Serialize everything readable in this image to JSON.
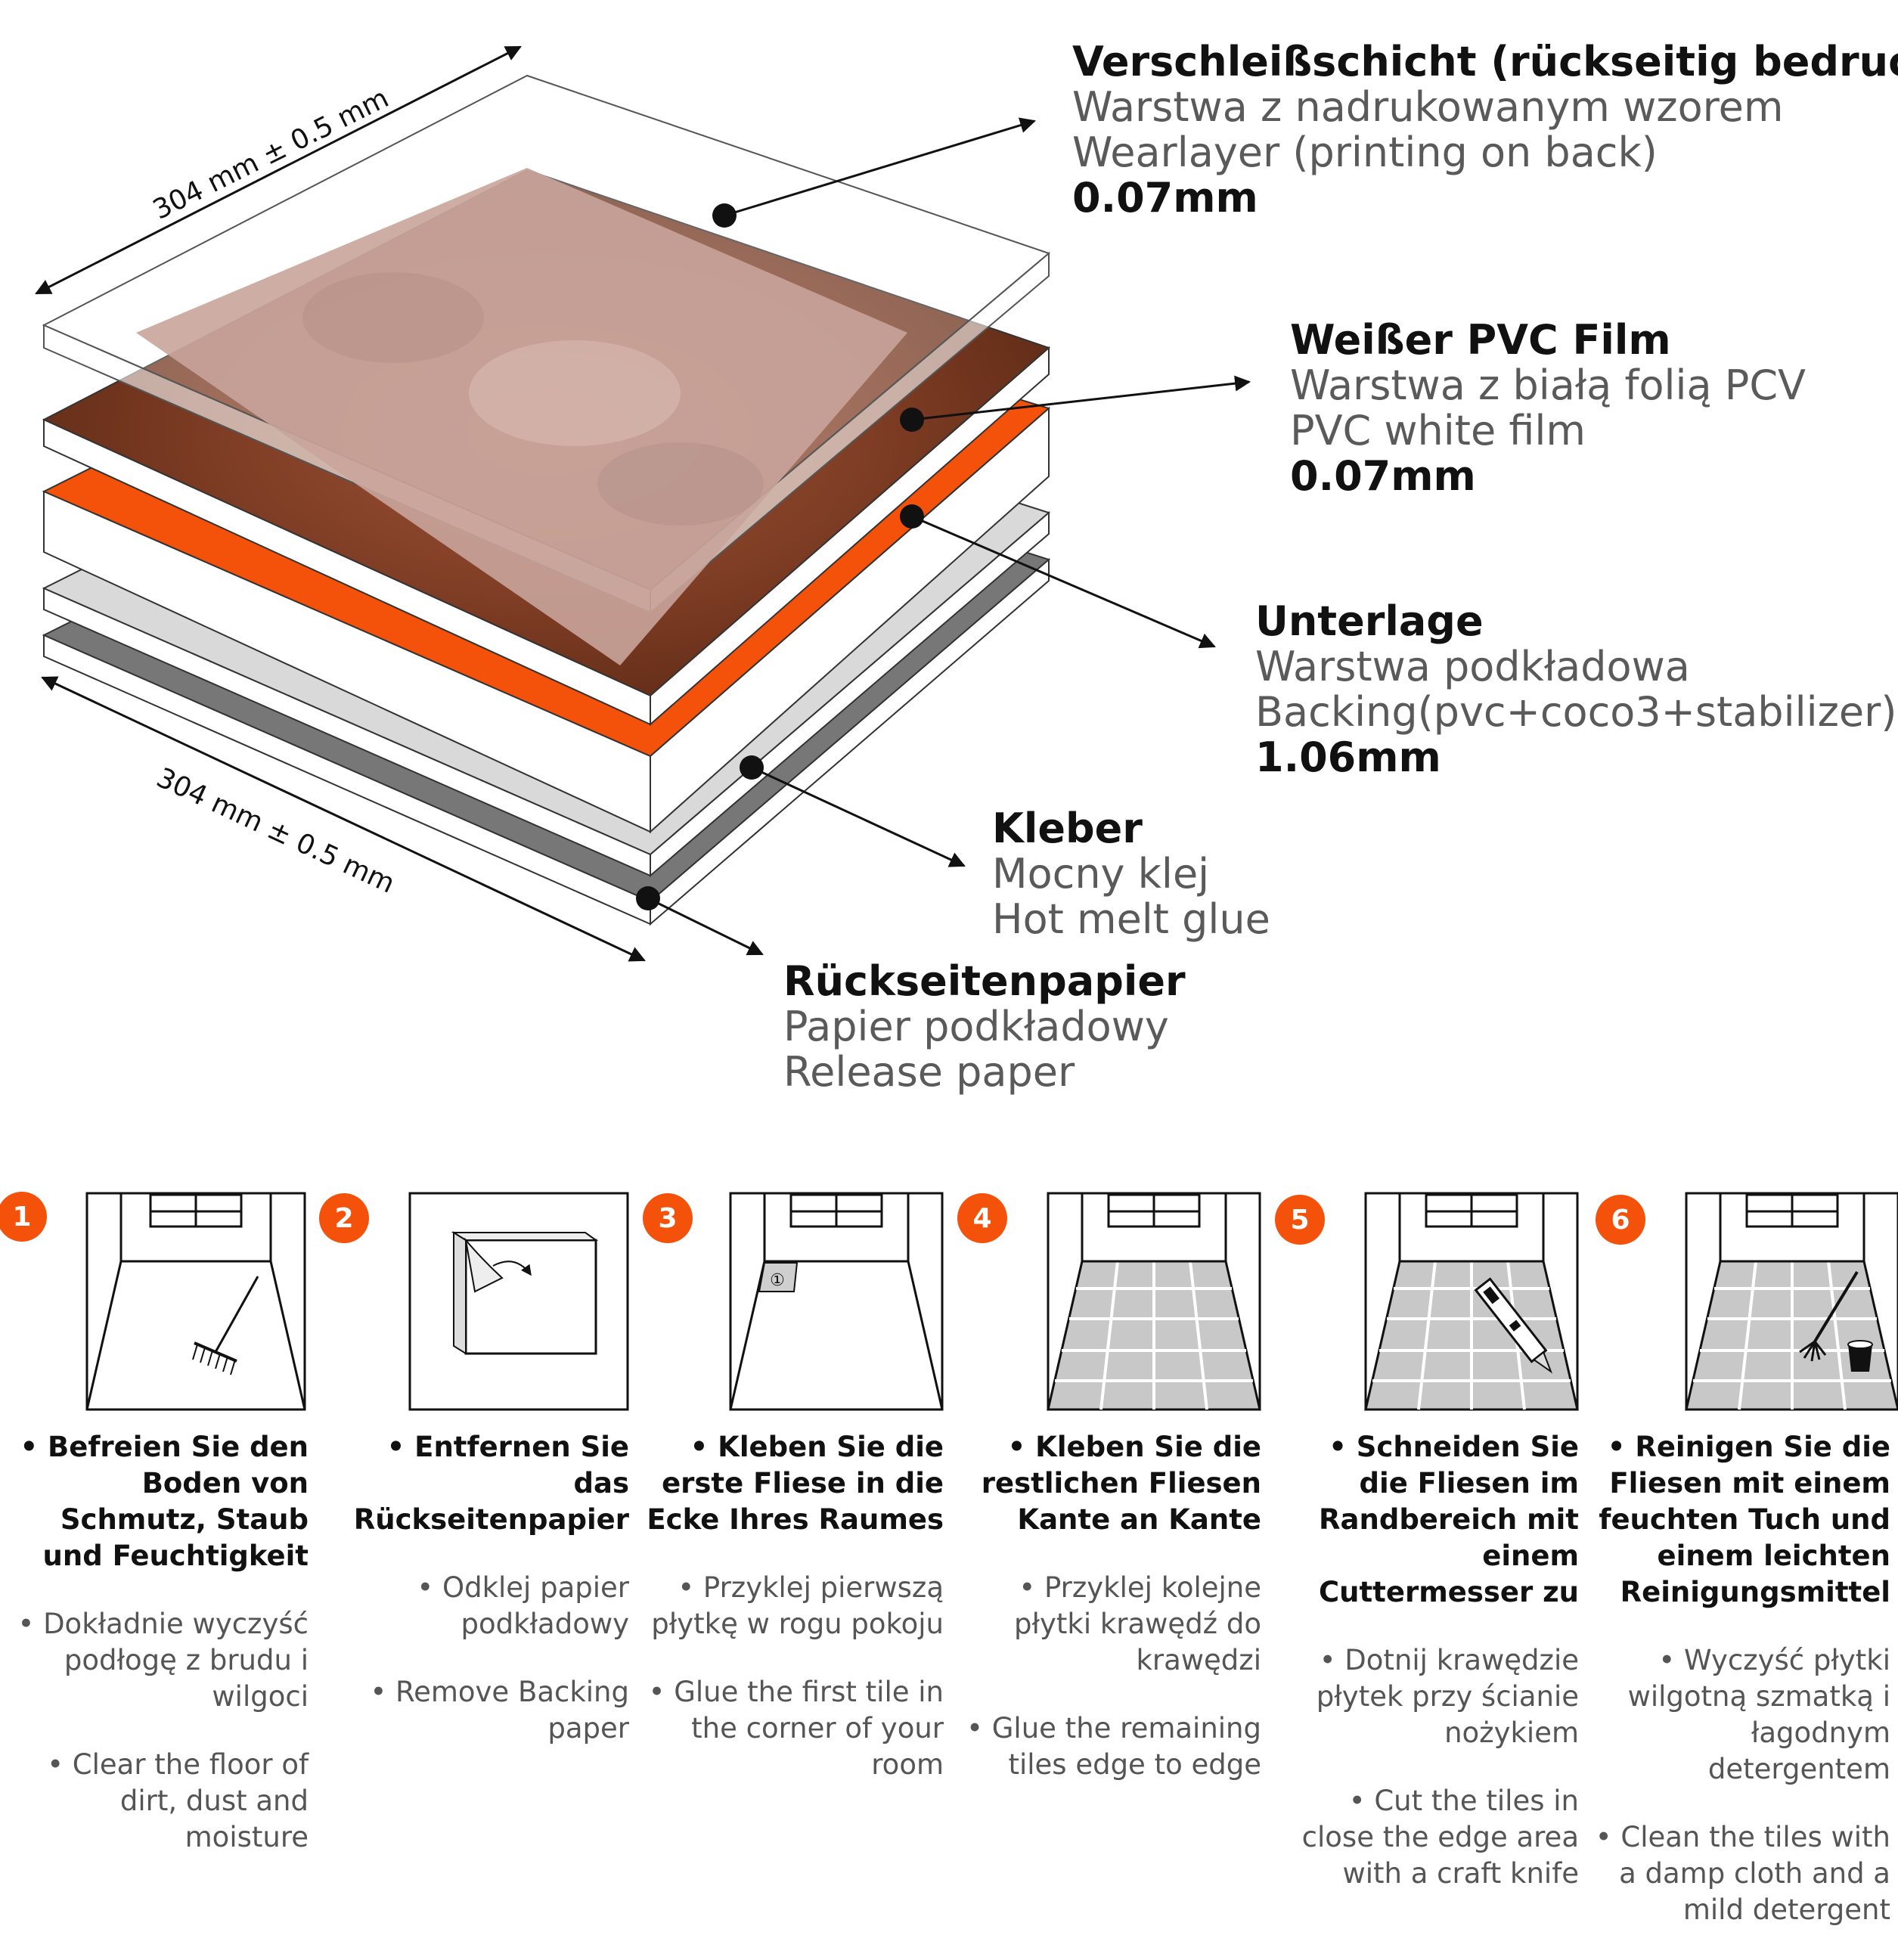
{
  "colors": {
    "accent_orange": "#f4510b",
    "wearlayer_fill": "#c9a49b",
    "printed_brown": "#7a3a22",
    "white_film": "#ffffff",
    "adhesive_gray": "#d9d9d9",
    "release_gray": "#777777",
    "ink": "#111111",
    "secondary_text": "#5a5a5a"
  },
  "diagram": {
    "dimension_top": "304 mm ± 0.5 mm",
    "dimension_bottom": "304 mm ± 0.5 mm",
    "layers": [
      {
        "lines": [
          "Verschleißschicht (rückseitig bedruckt)",
          "Warstwa z nadrukowanym wzorem",
          "Wearlayer (printing on back)",
          "0.07mm"
        ]
      },
      {
        "lines": [
          "Weißer PVC Film",
          "Warstwa z białą folią PCV",
          "PVC white film",
          "0.07mm"
        ]
      },
      {
        "lines": [
          "Unterlage",
          "Warstwa podkładowa",
          "Backing(pvc+coco3+stabilizer)",
          "1.06mm"
        ]
      },
      {
        "lines": [
          "Kleber",
          "Mocny klej",
          "Hot melt glue"
        ]
      },
      {
        "lines": [
          "Rückseitenpapier",
          "Papier podkładowy",
          "Release paper"
        ]
      }
    ]
  },
  "steps": [
    {
      "number": "1",
      "de": "• Befreien Sie den Boden von Schmutz, Staub und Feuchtigkeit",
      "pl": "• Dokładnie wyczyść podłogę z brudu i wilgoci",
      "en": "• Clear the floor of dirt, dust and moisture"
    },
    {
      "number": "2",
      "de": "• Entfernen Sie das Rückseitenpapier",
      "pl": "• Odklej papier podkładowy",
      "en": "• Remove Backing paper"
    },
    {
      "number": "3",
      "de": "• Kleben Sie die erste Fliese in die Ecke Ihres Raumes",
      "pl": "• Przyklej pierwszą płytkę w rogu pokoju",
      "en": "• Glue the first tile in the corner of your room",
      "icon_label": "①"
    },
    {
      "number": "4",
      "de": "• Kleben Sie die restlichen Fliesen Kante an Kante",
      "pl": "• Przyklej kolejne płytki krawędź do krawędzi",
      "en": "• Glue the remaining tiles edge to edge"
    },
    {
      "number": "5",
      "de": "• Schneiden Sie die Fliesen im Randbereich mit einem Cuttermesser zu",
      "pl": "• Dotnij krawędzie płytek przy ścianie nożykiem",
      "en": "• Cut the tiles in close the edge area with a craft knife"
    },
    {
      "number": "6",
      "de": "• Reinigen Sie die Fliesen mit einem feuchten Tuch und einem leichten Reinigungsmittel",
      "pl": "• Wyczyść płytki wilgotną szmatką i łagodnym detergentem",
      "en": "• Clean the tiles with a damp cloth and a mild detergent"
    }
  ]
}
